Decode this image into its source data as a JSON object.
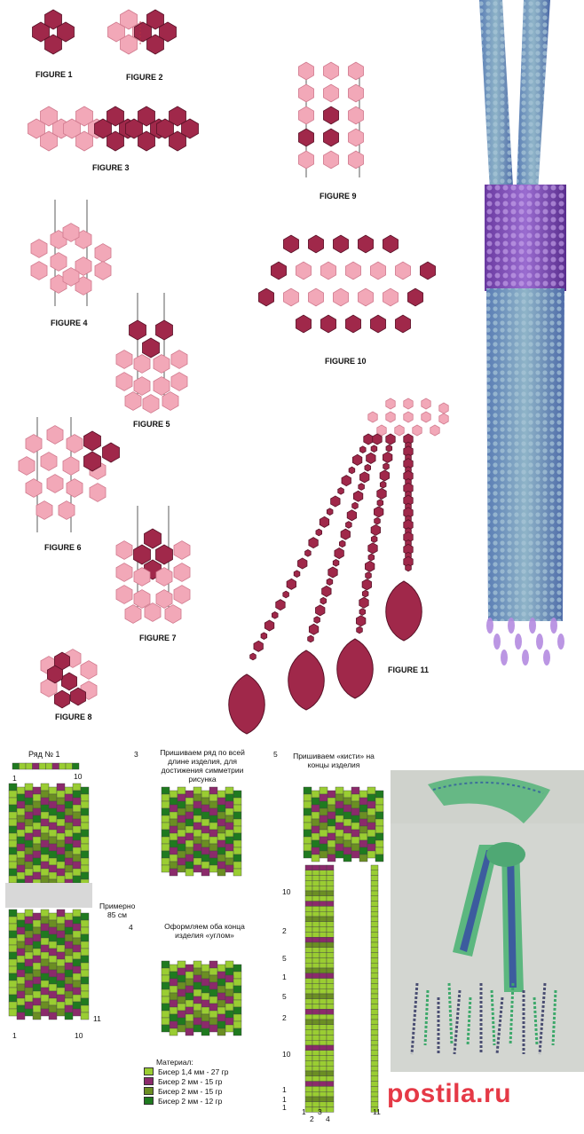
{
  "header_text": "",
  "figures": {
    "f1": "FIGURE 1",
    "f2": "FIGURE 2",
    "f3": "FIGURE 3",
    "f4": "FIGURE 4",
    "f5": "FIGURE 5",
    "f6": "FIGURE 6",
    "f7": "FIGURE 7",
    "f8": "FIGURE 8",
    "f9": "FIGURE 9",
    "f10": "FIGURE 10",
    "f11": "FIGURE 11"
  },
  "scheme": {
    "row1_label": "Ряд № 1",
    "step3_num": "3",
    "step3_text": "Пришиваем ряд по всей длине изделия, для достижения симметрии рисунка",
    "step4_num": "4",
    "step4_text": "Оформляем оба конца изделия «углом»",
    "step5_num": "5",
    "step5_text": "Пришиваем «кисти» на концы изделия",
    "length_label": "Примерно 85 см",
    "col_num_1": "1",
    "col_num_10": "10",
    "col_num_11": "11",
    "bottom_nums": [
      "1",
      "2",
      "3",
      "4"
    ],
    "bottom_num_11": "11",
    "side_numbers": [
      "10",
      "2",
      "5",
      "1",
      "5",
      "2",
      "10",
      "1",
      "1",
      "1"
    ]
  },
  "materials": {
    "title": "Материал:",
    "items": [
      {
        "label": "Бисер 1,4 мм - 27 гр",
        "color": "#9acd32"
      },
      {
        "label": "Бисер 2 мм - 15 гр",
        "color": "#8b2a6b"
      },
      {
        "label": "Бисер 2 мм - 15 гр",
        "color": "#6b8e23"
      },
      {
        "label": "Бисер 2 мм - 12 гр",
        "color": "#1f7a1f"
      }
    ]
  },
  "colors": {
    "bead_dark": "#a0284a",
    "bead_light": "#f2a8b8",
    "pattern_green_light": "#9acd32",
    "pattern_purple": "#8b2a6b",
    "pattern_olive": "#6b8e23",
    "pattern_green_dark": "#1f7a1f",
    "watermark_red": "#e53946"
  },
  "watermark": "postila.ru"
}
